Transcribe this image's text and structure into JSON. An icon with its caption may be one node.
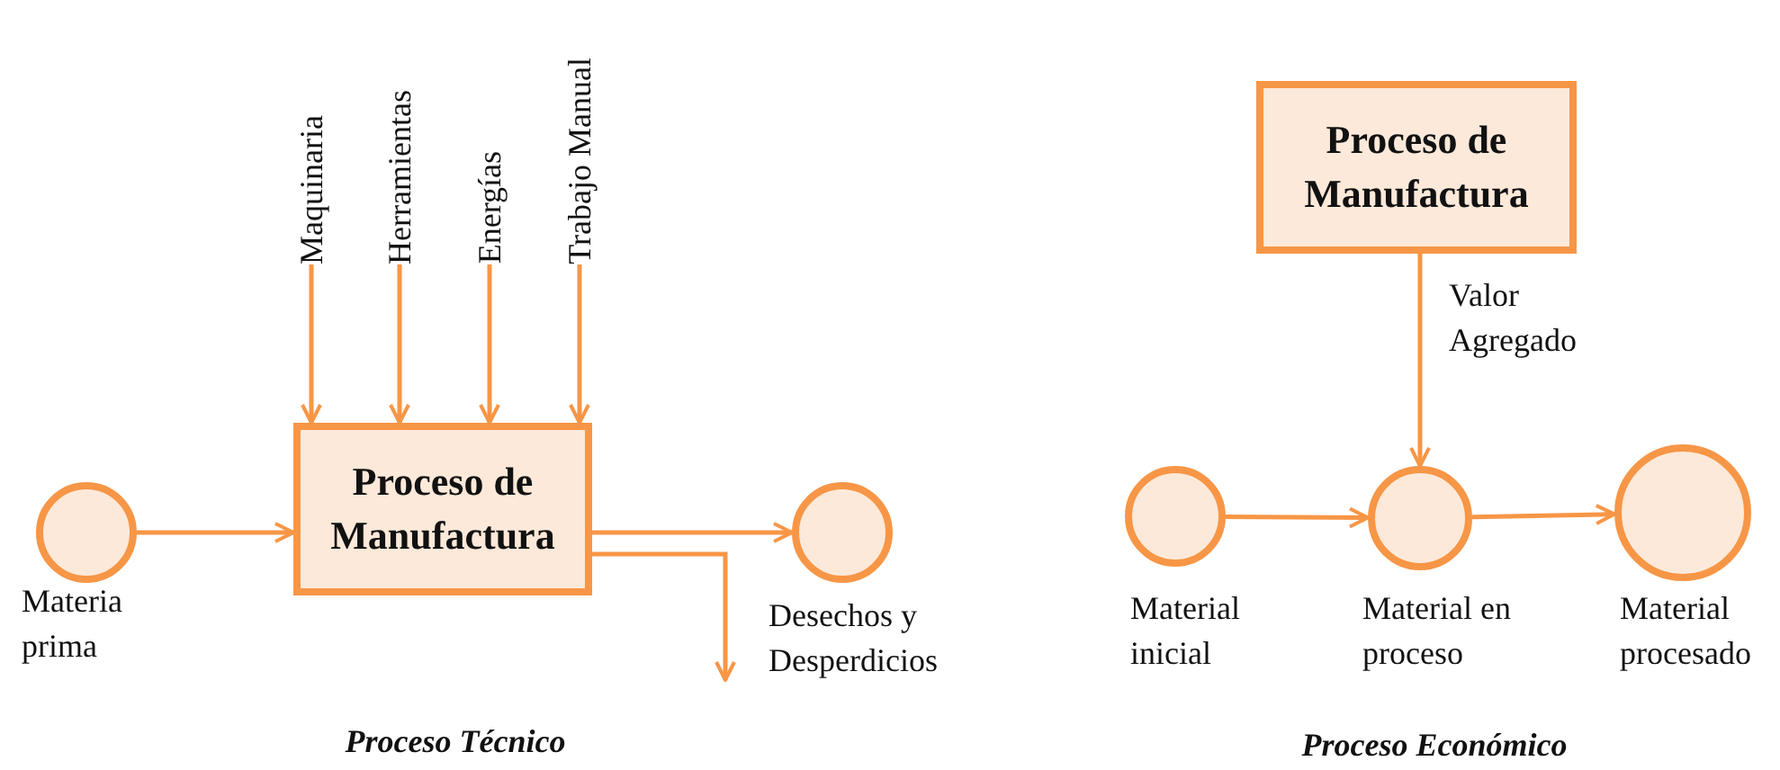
{
  "diagram": {
    "nodes": [
      {
        "text": [],
        "shape": "circle",
        "beside": [
          "Materia prima"
        ]
      },
      {
        "text": [
          "Maquinaria"
        ]
      },
      {
        "text": [
          "Herramientas"
        ]
      },
      {
        "text": [
          "Energías"
        ]
      },
      {
        "text": [
          "Trabajo Manual"
        ]
      },
      {
        "text": [
          "Proceso de Manufactura"
        ]
      },
      {
        "text": [],
        "shape": "circle"
      },
      {
        "text": [
          "Proceso de Manufactura"
        ]
      },
      {
        "text": [],
        "shape": "circle",
        "beside": [
          "Material inicial"
        ]
      },
      {
        "text": [],
        "shape": "circle",
        "beside": [
          "Material en proceso"
        ]
      },
      {
        "text": [],
        "shape": "circle",
        "beside": [
          "Material procesado"
        ]
      }
    ],
    "edges": [
      {
        "from": 0,
        "to": 5,
        "arrow": "to"
      },
      {
        "from": 1,
        "to": 5,
        "arrow": "to"
      },
      {
        "from": 2,
        "to": 5,
        "arrow": "to"
      },
      {
        "from": 3,
        "to": 5,
        "arrow": "to"
      },
      {
        "from": 4,
        "to": 5,
        "arrow": "to"
      },
      {
        "from": 5,
        "to": 6,
        "arrow": "to"
      },
      {
        "from": 5,
        "to": null,
        "label": "Desechos y Desperdicios",
        "arrow": "to"
      },
      {
        "from": 7,
        "to": 9,
        "label": "Valor Agregado",
        "arrow": "to"
      },
      {
        "from": 8,
        "to": 9,
        "arrow": "to"
      },
      {
        "from": 9,
        "to": 10,
        "arrow": "to"
      }
    ],
    "labels": [
      "Proceso Técnico",
      "Proceso Económico"
    ]
  }
}
